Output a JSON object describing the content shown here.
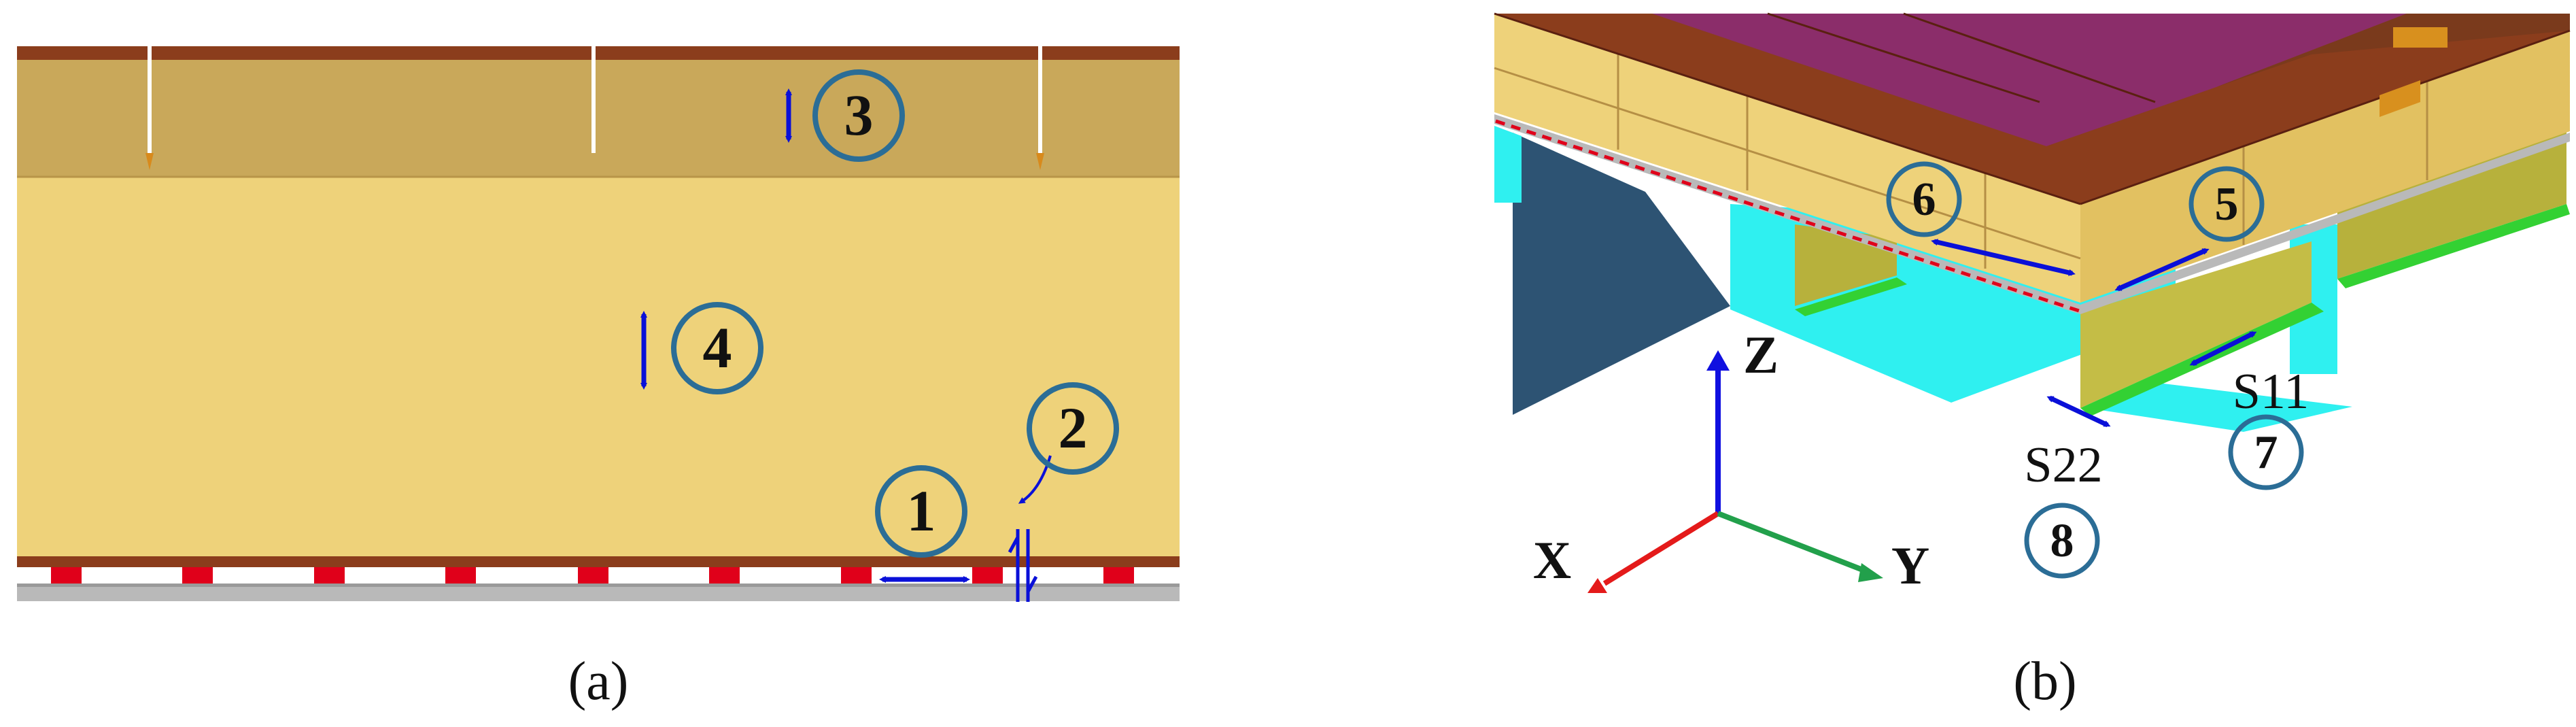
{
  "panels": [
    {
      "caption": "(a)",
      "markers": [
        "1",
        "2",
        "3",
        "4"
      ]
    },
    {
      "caption": "(b)",
      "markers": [
        "5",
        "6",
        "7",
        "8"
      ],
      "strain_labels": [
        "S11",
        "S22"
      ],
      "axes": [
        "Z",
        "X",
        "Y"
      ]
    }
  ],
  "colors": {
    "panel_upper": "#c9a85a",
    "panel_core": "#eed27a",
    "crust_strip": "#8b3d1c",
    "glue_red": "#e0001a",
    "arrow_blue": "#0a10d8",
    "marker_ring": "#2b6d96",
    "axis_x": "#e41a1a",
    "axis_y": "#22a04b",
    "axis_z": "#1010e0",
    "cyan_beam": "#2ff0f0",
    "dark_panel": "#2d5373",
    "magenta_top": "#8b2d6a",
    "green_strip": "#33d133"
  }
}
